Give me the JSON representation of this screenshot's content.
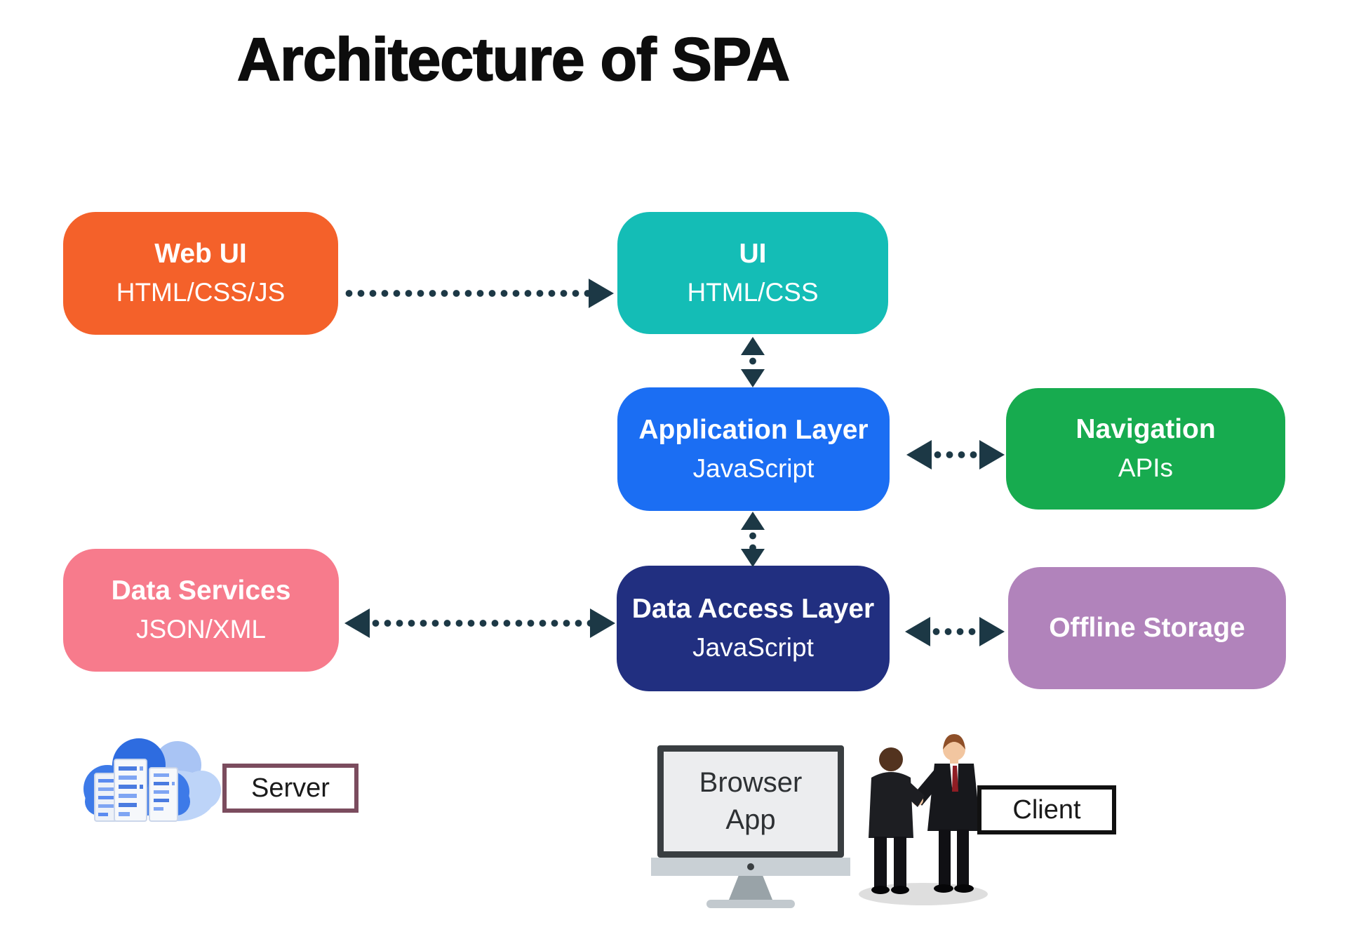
{
  "title": "Architecture of SPA",
  "colors": {
    "title_text": "#0D0D0D",
    "web_ui": "#F4612A",
    "ui": "#14BDB6",
    "application_layer": "#1B6EF3",
    "navigation": "#17AB4F",
    "data_services": "#F77B8C",
    "data_access_layer": "#212F80",
    "offline_storage": "#B183BB",
    "arrow": "#1C3845",
    "box_text": "#FFFFFF",
    "server_label_border": "#7B4C5E",
    "client_label_border": "#111111"
  },
  "nodes": {
    "web_ui": {
      "title": "Web UI",
      "subtitle": "HTML/CSS/JS"
    },
    "ui": {
      "title": "UI",
      "subtitle": "HTML/CSS"
    },
    "application_layer": {
      "title": "Application Layer",
      "subtitle": "JavaScript"
    },
    "navigation": {
      "title": "Navigation",
      "subtitle": "APIs"
    },
    "data_services": {
      "title": "Data Services",
      "subtitle": "JSON/XML"
    },
    "data_access_layer": {
      "title": "Data Access Layer",
      "subtitle": "JavaScript"
    },
    "offline_storage": {
      "title": "Offline Storage",
      "subtitle": ""
    }
  },
  "connections": [
    {
      "from": "Web UI",
      "to": "UI",
      "direction": "one-way",
      "style": "dotted"
    },
    {
      "from": "UI",
      "to": "Application Layer",
      "direction": "two-way",
      "style": "dotted"
    },
    {
      "from": "Application Layer",
      "to": "Navigation",
      "direction": "two-way",
      "style": "dotted"
    },
    {
      "from": "Application Layer",
      "to": "Data Access Layer",
      "direction": "two-way",
      "style": "dotted"
    },
    {
      "from": "Data Services",
      "to": "Data Access Layer",
      "direction": "two-way",
      "style": "dotted"
    },
    {
      "from": "Data Access Layer",
      "to": "Offline Storage",
      "direction": "two-way",
      "style": "dotted"
    }
  ],
  "footer": {
    "server_label": "Server",
    "browser_line1": "Browser",
    "browser_line2": "App",
    "client_label": "Client"
  }
}
